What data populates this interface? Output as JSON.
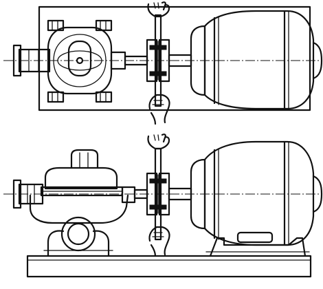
{
  "figure": {
    "views": [
      {
        "id": "plan-view",
        "parts": [
          "base-plate",
          "split-case-pump",
          "coupling",
          "electric-motor",
          "hands-with-straightedge"
        ]
      },
      {
        "id": "side-elevation-view",
        "parts": [
          "base-frame",
          "split-case-pump",
          "coupling",
          "electric-motor",
          "hands-with-straightedge"
        ]
      }
    ],
    "colors": {
      "ink": "#111111",
      "paper": "#ffffff"
    }
  }
}
